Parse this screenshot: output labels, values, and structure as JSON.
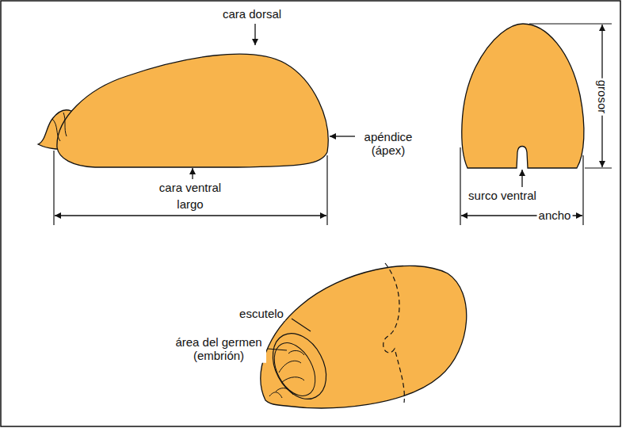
{
  "diagram": {
    "labels": [
      "cara dorsal",
      "apéndice (ápex)",
      "cara ventral",
      "largo",
      "grosor",
      "surco ventral",
      "ancho",
      "escutelo",
      "área del germen (embrión)"
    ]
  }
}
